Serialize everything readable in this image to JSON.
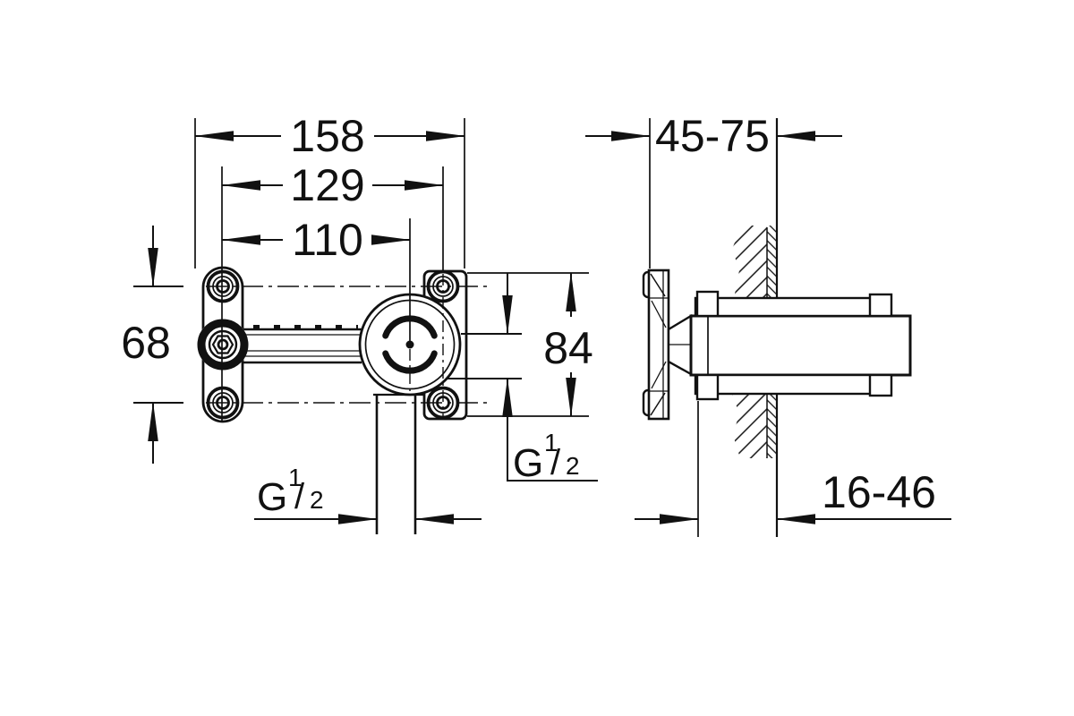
{
  "drawing_type": "installation-dimension-drawing",
  "colors": {
    "ink": "#111111",
    "paper": "#ffffff"
  },
  "dimensions": {
    "total_width": "158",
    "hole_spacing": "129",
    "center_distance": "110",
    "bracket_hole_spacing": "68",
    "body_height": "84",
    "depth_range": "45-75",
    "protrusion_range": "16-46"
  },
  "thread_labels": {
    "bottom_outlet": {
      "prefix": "G",
      "numerator": "1",
      "slash": "/",
      "denominator": "2"
    },
    "side_outlet": {
      "prefix": "G",
      "numerator": "1",
      "slash": "/",
      "denominator": "2"
    }
  }
}
